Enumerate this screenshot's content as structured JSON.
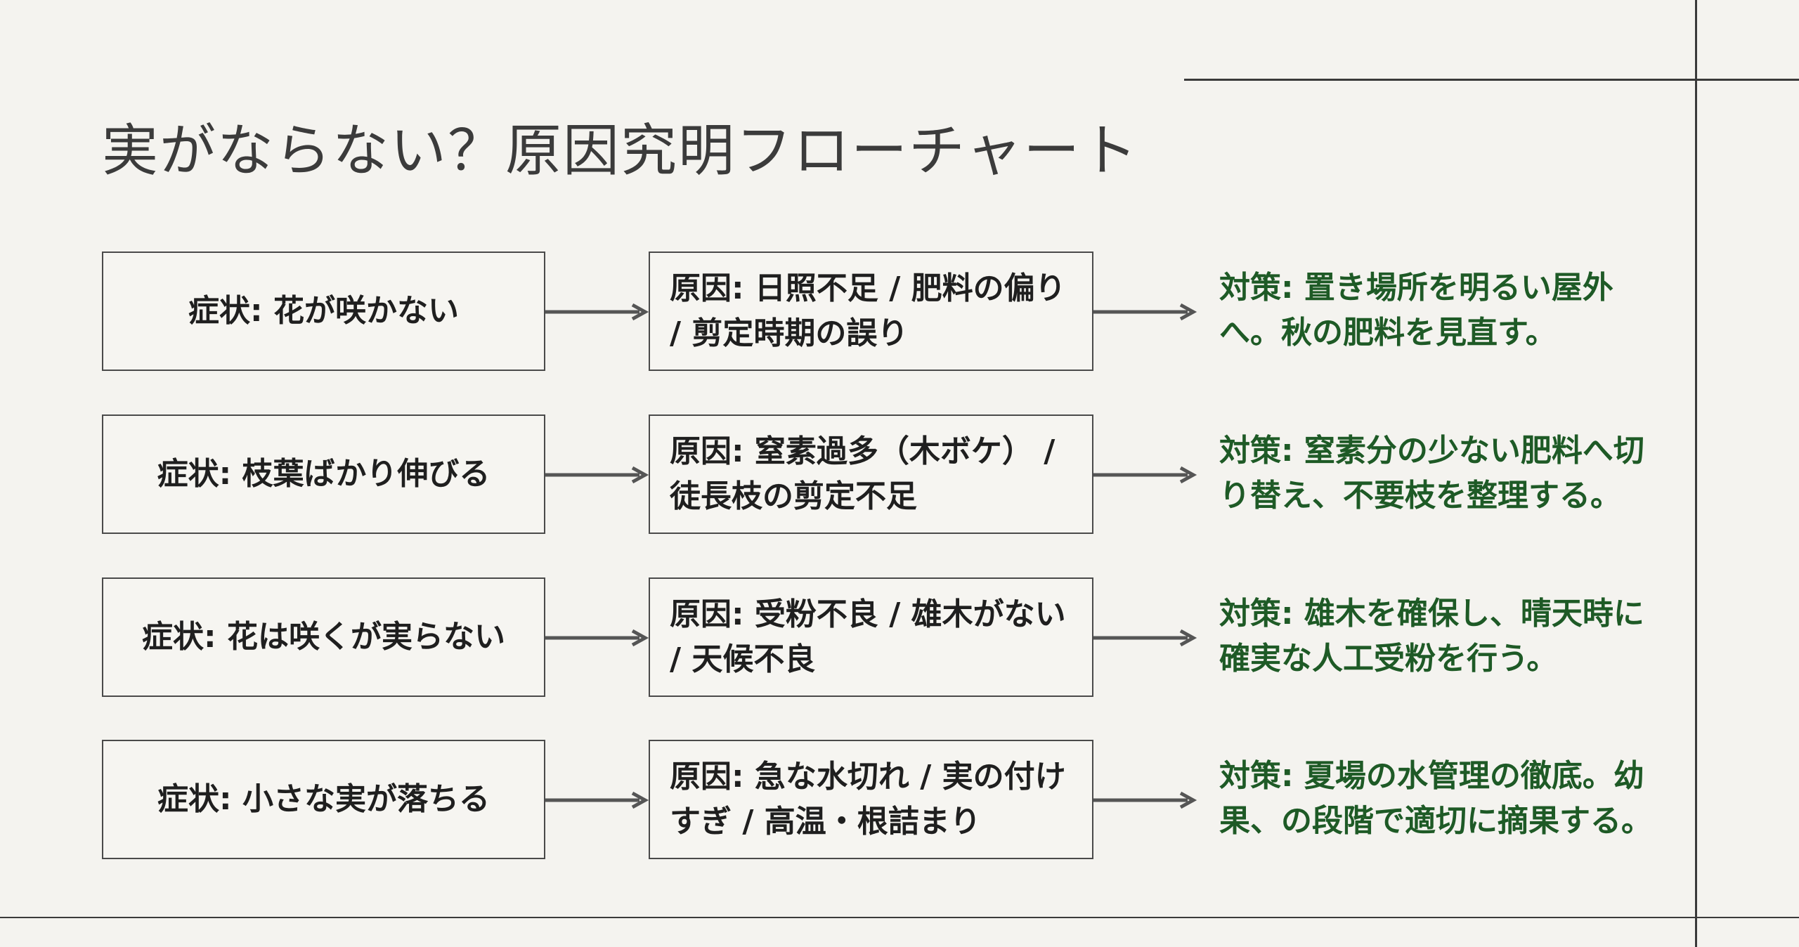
{
  "title": "実がならない？原因究明フローチャート",
  "colors": {
    "remedy_text": "#1e5a26",
    "border": "#4a4a4a",
    "background": "#f4f3ef"
  },
  "rows": [
    {
      "symptom": "症状: 花が咲かない",
      "cause": "原因: 日照不足 / 肥料の偏り / 剪定時期の誤り",
      "remedy": "対策: 置き場所を明るい屋外へ。秋の肥料を見直す。"
    },
    {
      "symptom": "症状: 枝葉ばかり伸びる",
      "cause": "原因: 窒素過多（木ボケ） / 徒長枝の剪定不足",
      "remedy": "対策: 窒素分の少ない肥料へ切り替え、不要枝を整理する。"
    },
    {
      "symptom": "症状: 花は咲くが実らない",
      "cause": "原因: 受粉不良 / 雄木がない / 天候不良",
      "remedy": "対策: 雄木を確保し、晴天時に確実な人工受粉を行う。"
    },
    {
      "symptom": "症状: 小さな実が落ちる",
      "cause": "原因: 急な水切れ / 実の付けすぎ / 高温・根詰まり",
      "remedy": "対策: 夏場の水管理の徹底。幼果、の段階で適切に摘果する。"
    }
  ]
}
